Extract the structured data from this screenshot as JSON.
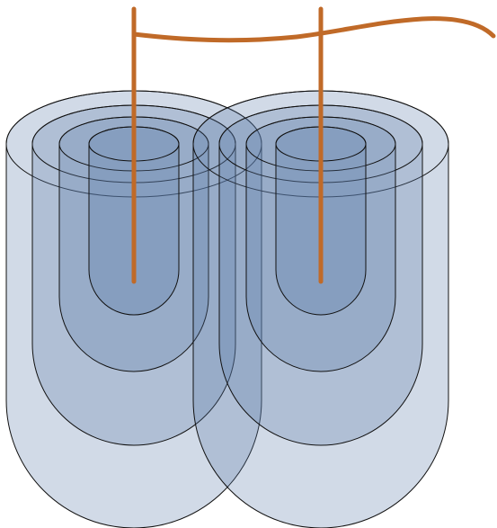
{
  "colors": {
    "background": "#ffffff",
    "layer_fill": "#5b7aa8",
    "outline": "#111111",
    "electrode": "#c06a28"
  },
  "layer_opacity": 0.28,
  "columns": [
    {
      "name": "left-column",
      "layers": 4
    },
    {
      "name": "right-column",
      "layers": 4
    }
  ],
  "electrodes": 2,
  "connector": "wire"
}
